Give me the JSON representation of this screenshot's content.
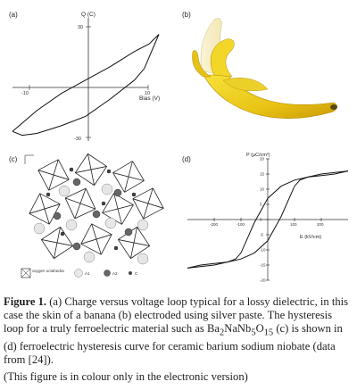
{
  "panels": {
    "a": {
      "label": "(a)",
      "chart_data": {
        "type": "line",
        "ylabel": "Q (C)",
        "xlabel": "Bias (V)",
        "xlim": [
          -15,
          15
        ],
        "ylim": [
          -30,
          30
        ],
        "xticks": [
          -10,
          10
        ],
        "yticks": [
          -30,
          30
        ],
        "series": [
          {
            "x": [
              -15,
              -10,
              -5,
              0,
              5,
              10,
              13,
              15
            ],
            "y": [
              -25,
              -14,
              -5,
              2,
              9,
              17,
              21,
              26
            ]
          },
          {
            "x": [
              15,
              12,
              10,
              5,
              0,
              -5,
              -10,
              -13,
              -15
            ],
            "y": [
              26,
              8,
              2,
              -8,
              -17,
              -22,
              -26,
              -27,
              -25
            ]
          }
        ]
      }
    },
    "b": {
      "label": "(b)"
    },
    "c": {
      "label": "(c)",
      "legend": [
        "oxygen octahedra",
        "A1",
        "A2",
        "C"
      ]
    },
    "d": {
      "label": "(d)",
      "chart_data": {
        "type": "line",
        "ylabel": "P (µC/cm²)",
        "xlabel": "E (kV/cm)",
        "xlim": [
          -300,
          300
        ],
        "ylim": [
          -20,
          20
        ],
        "xticks": [
          -200,
          -100,
          100,
          200
        ],
        "yticks": [
          -20,
          -15,
          -10,
          -5,
          0,
          5,
          10,
          15,
          20
        ],
        "series": [
          {
            "x": [
              -300,
              -200,
              -150,
              -120,
              -100,
              -80,
              -50,
              0,
              50,
              100,
              150,
              200,
              250,
              300
            ],
            "y": [
              -16,
              -15,
              -14,
              -13,
              -11,
              -7,
              -1,
              7,
              11,
              13,
              14,
              14.5,
              15,
              16
            ]
          },
          {
            "x": [
              300,
              200,
              150,
              120,
              100,
              80,
              50,
              0,
              -50,
              -100,
              -150,
              -200,
              -250,
              -300
            ],
            "y": [
              16,
              15,
              14,
              13,
              11,
              7,
              1,
              -7,
              -11,
              -13,
              -14,
              -14.5,
              -15,
              -16
            ]
          }
        ]
      }
    }
  },
  "caption": {
    "figure_label": "Figure 1.",
    "text_1": "(a) Charge versus voltage loop typical for a lossy dielectric, in this case the skin of a banana (b) electroded using silver paste. The hysteresis loop for a truly ferroelectric material such as Ba",
    "sub_1": "2",
    "text_2": "NaNb",
    "sub_2": "5",
    "text_3": "O",
    "sub_3": "15",
    "text_4": " (c) is shown in (d) ferroelectric hysteresis curve for ceramic barium sodium niobate (data from [24]).",
    "note": "(This figure is in colour only in the electronic version)"
  }
}
